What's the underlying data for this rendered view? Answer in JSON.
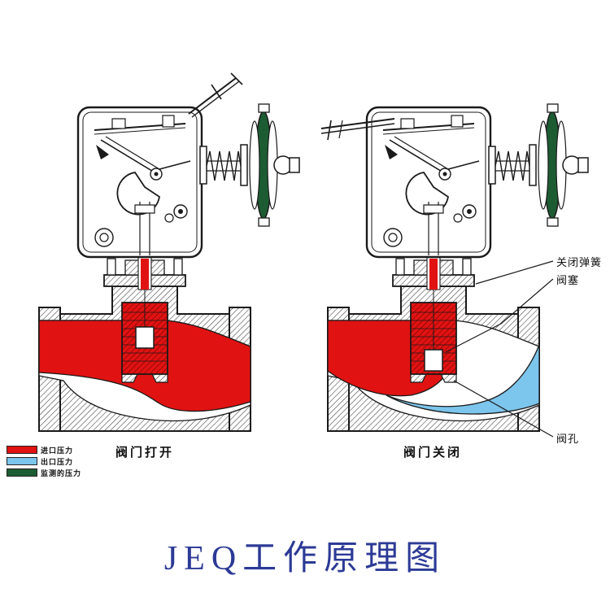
{
  "title": "JEQ工作原理图",
  "captions": {
    "left": "阀门打开",
    "right": "阀门关闭"
  },
  "legend": [
    {
      "name": "inlet-pressure",
      "label": "进口压力",
      "color": "#e11212"
    },
    {
      "name": "outlet-pressure",
      "label": "出口压力",
      "color": "#7cc5ec"
    },
    {
      "name": "monitor-pressure",
      "label": "监测的压力",
      "color": "#1d5c33"
    }
  ],
  "annotations": {
    "closing_spring": "关闭弹簧",
    "valve_plug": "阀塞",
    "valve_orifice": "阀孔"
  },
  "colors": {
    "inlet_red": "#e11212",
    "outlet_blue": "#7cc5ec",
    "monitor_green": "#1d5c33",
    "title_blue": "#2c3a96",
    "line": "#1a1a1a"
  }
}
